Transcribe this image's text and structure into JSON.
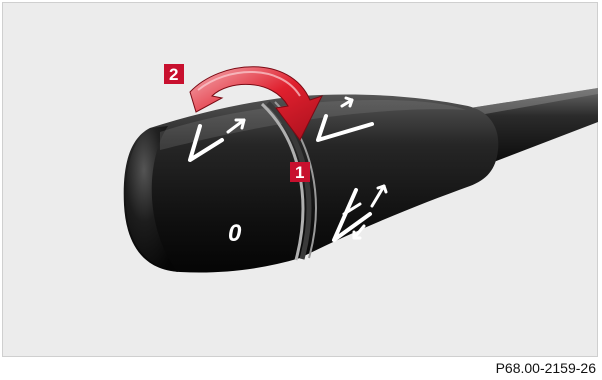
{
  "figure": {
    "ref_code": "P68.00-2159-26",
    "callouts": [
      {
        "label": "1"
      },
      {
        "label": "2"
      }
    ],
    "lever_position_label": "0",
    "icons": [
      "wiper-intermittent-icon",
      "wiper-single-wipe-icon",
      "wiper-washer-icon"
    ],
    "colors": {
      "panel": "#ececec",
      "lever": "#1a1a1a",
      "arrow": "#e0202e",
      "marker_bg": "#c8102e"
    }
  }
}
